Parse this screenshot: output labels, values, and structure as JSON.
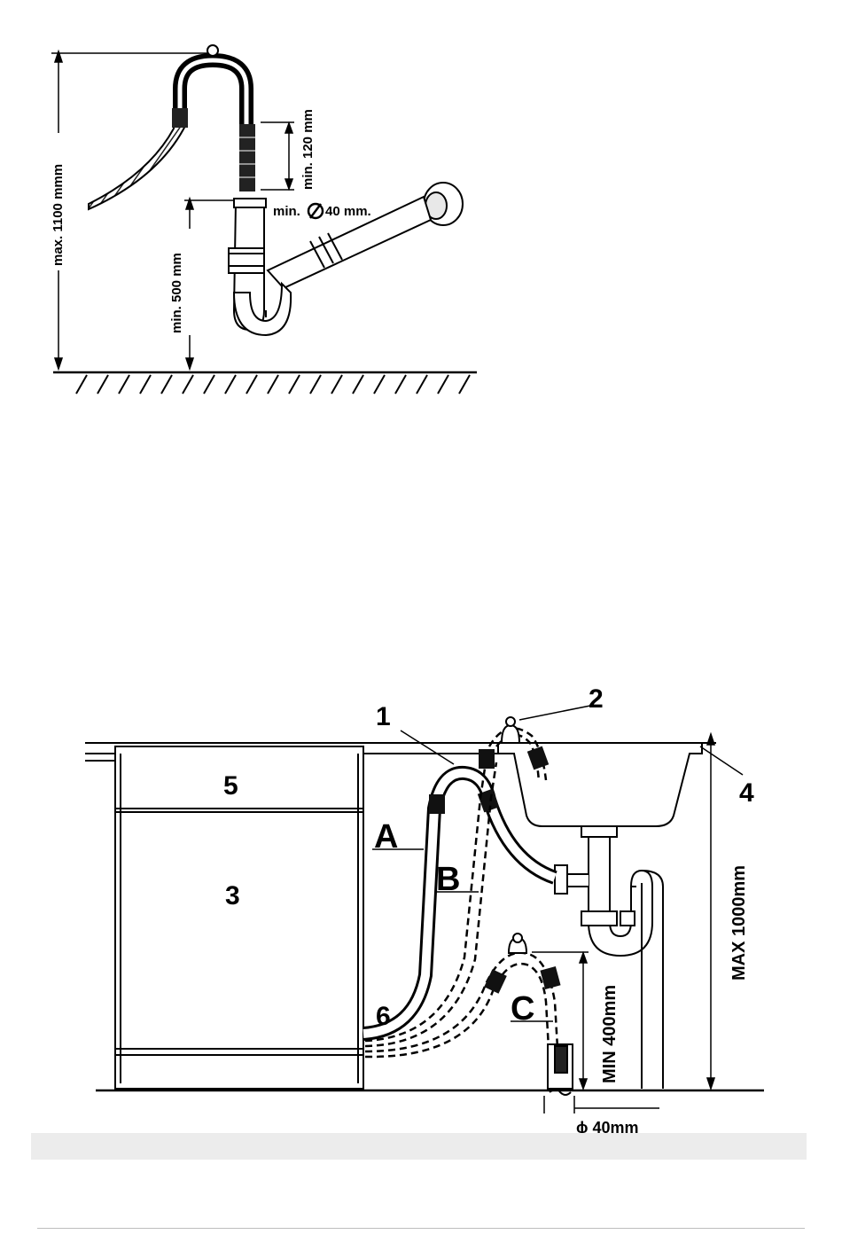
{
  "figure1": {
    "max_height_label": "max. 1100 mmm",
    "min_height_label": "min. 500 mm",
    "gap_label": "min. 120 mm",
    "diameter_label_prefix": "min.",
    "diameter_label_suffix": "40 mm."
  },
  "figure2": {
    "callouts": {
      "hose": "1",
      "hook": "2",
      "dishwasher": "3",
      "counter_edge": "4",
      "panel": "5",
      "outlet": "6"
    },
    "options": {
      "a": "A",
      "b": "B",
      "c": "C"
    },
    "max_height_label": "MAX 1000mm",
    "min_height_label": "MIN 400mm",
    "diameter_label": "ϕ 40mm"
  }
}
